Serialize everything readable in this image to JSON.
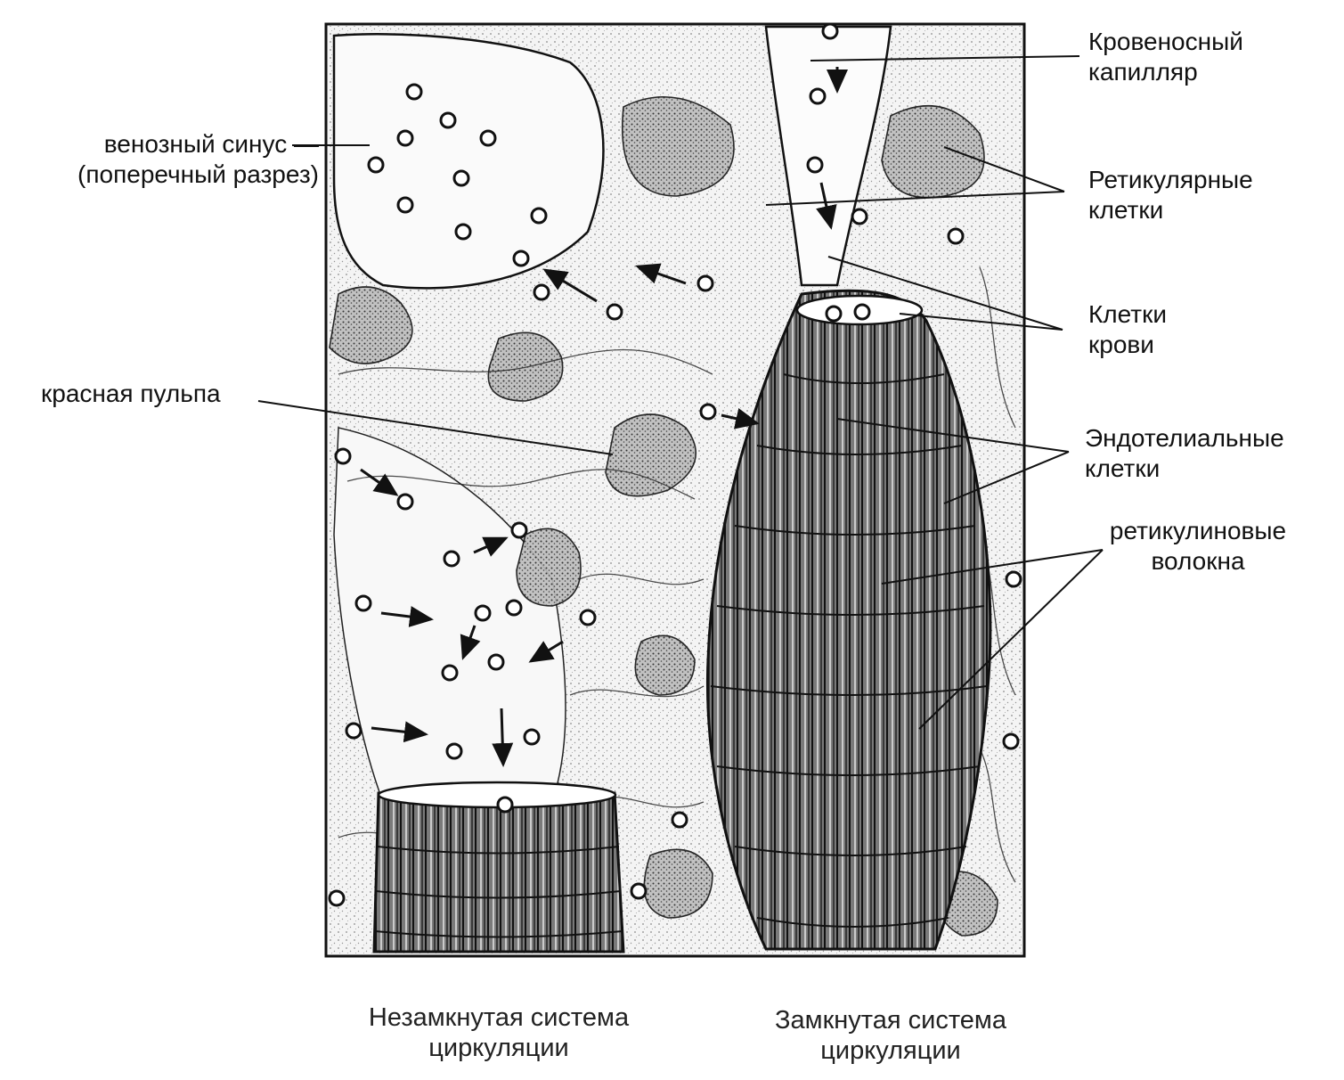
{
  "labels": {
    "krovenosny_kapillyar": [
      "Кровеносный",
      "капилляр"
    ],
    "retikulyarnye_kletki": [
      "Ретикулярные",
      "клетки"
    ],
    "kletki_krovi": [
      "Клетки",
      "крови"
    ],
    "endotelialnye_kletki": [
      "Эндотелиальные",
      "клетки"
    ],
    "retikulinovye_volokna": [
      "ретикулиновые",
      "волокна"
    ],
    "venozny_sinus": [
      "венозный синус —",
      "(поперечный разрез)"
    ],
    "krasnaya_pulpa": [
      "красная пульпа"
    ]
  },
  "captions": {
    "open_system": [
      "Незамкнутая система",
      "циркуляции"
    ],
    "closed_system": [
      "Замкнутая система",
      "циркуляции"
    ]
  }
}
